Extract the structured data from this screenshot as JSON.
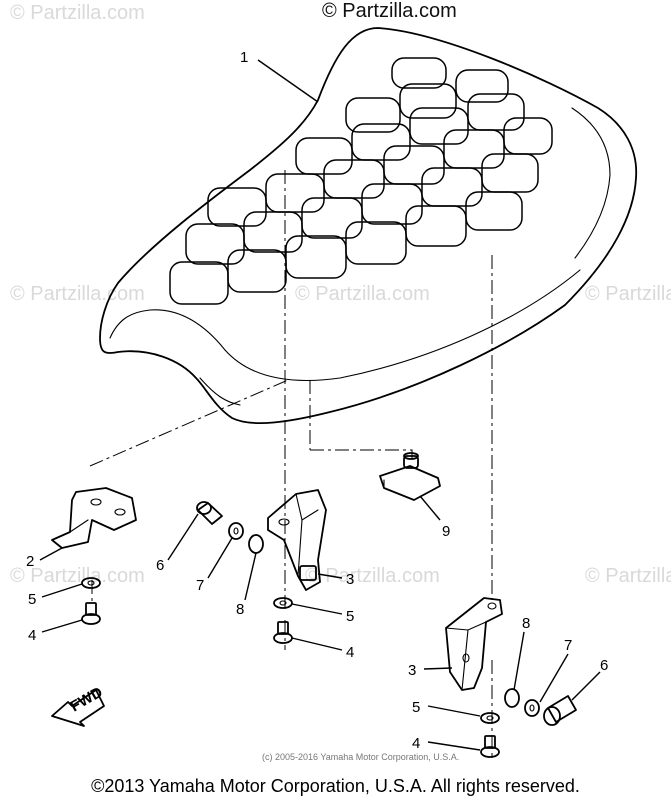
{
  "watermark": {
    "top": "© Partzilla.com",
    "repeat": "© Partzilla.com"
  },
  "inner_copyright": "(c) 2005-2016 Yamaha Motor Corporation, U.S.A.",
  "footer": "©2013 Yamaha Motor Corporation, U.S.A. All rights reserved.",
  "fwd_label": "FWD",
  "callouts": {
    "seat": "1",
    "bracket_left": "2",
    "bracket_mid": "3",
    "bracket_right": "3",
    "bolt_left": "4",
    "bolt_mid": "4",
    "bolt_right": "4",
    "washer_left": "5",
    "washer_mid": "5",
    "washer_right": "5",
    "bolt_6_left": "6",
    "bolt_6_right": "6",
    "washer_7_left": "7",
    "washer_7_right": "7",
    "washer_8_left": "8",
    "washer_8_right": "8",
    "clip": "9"
  }
}
